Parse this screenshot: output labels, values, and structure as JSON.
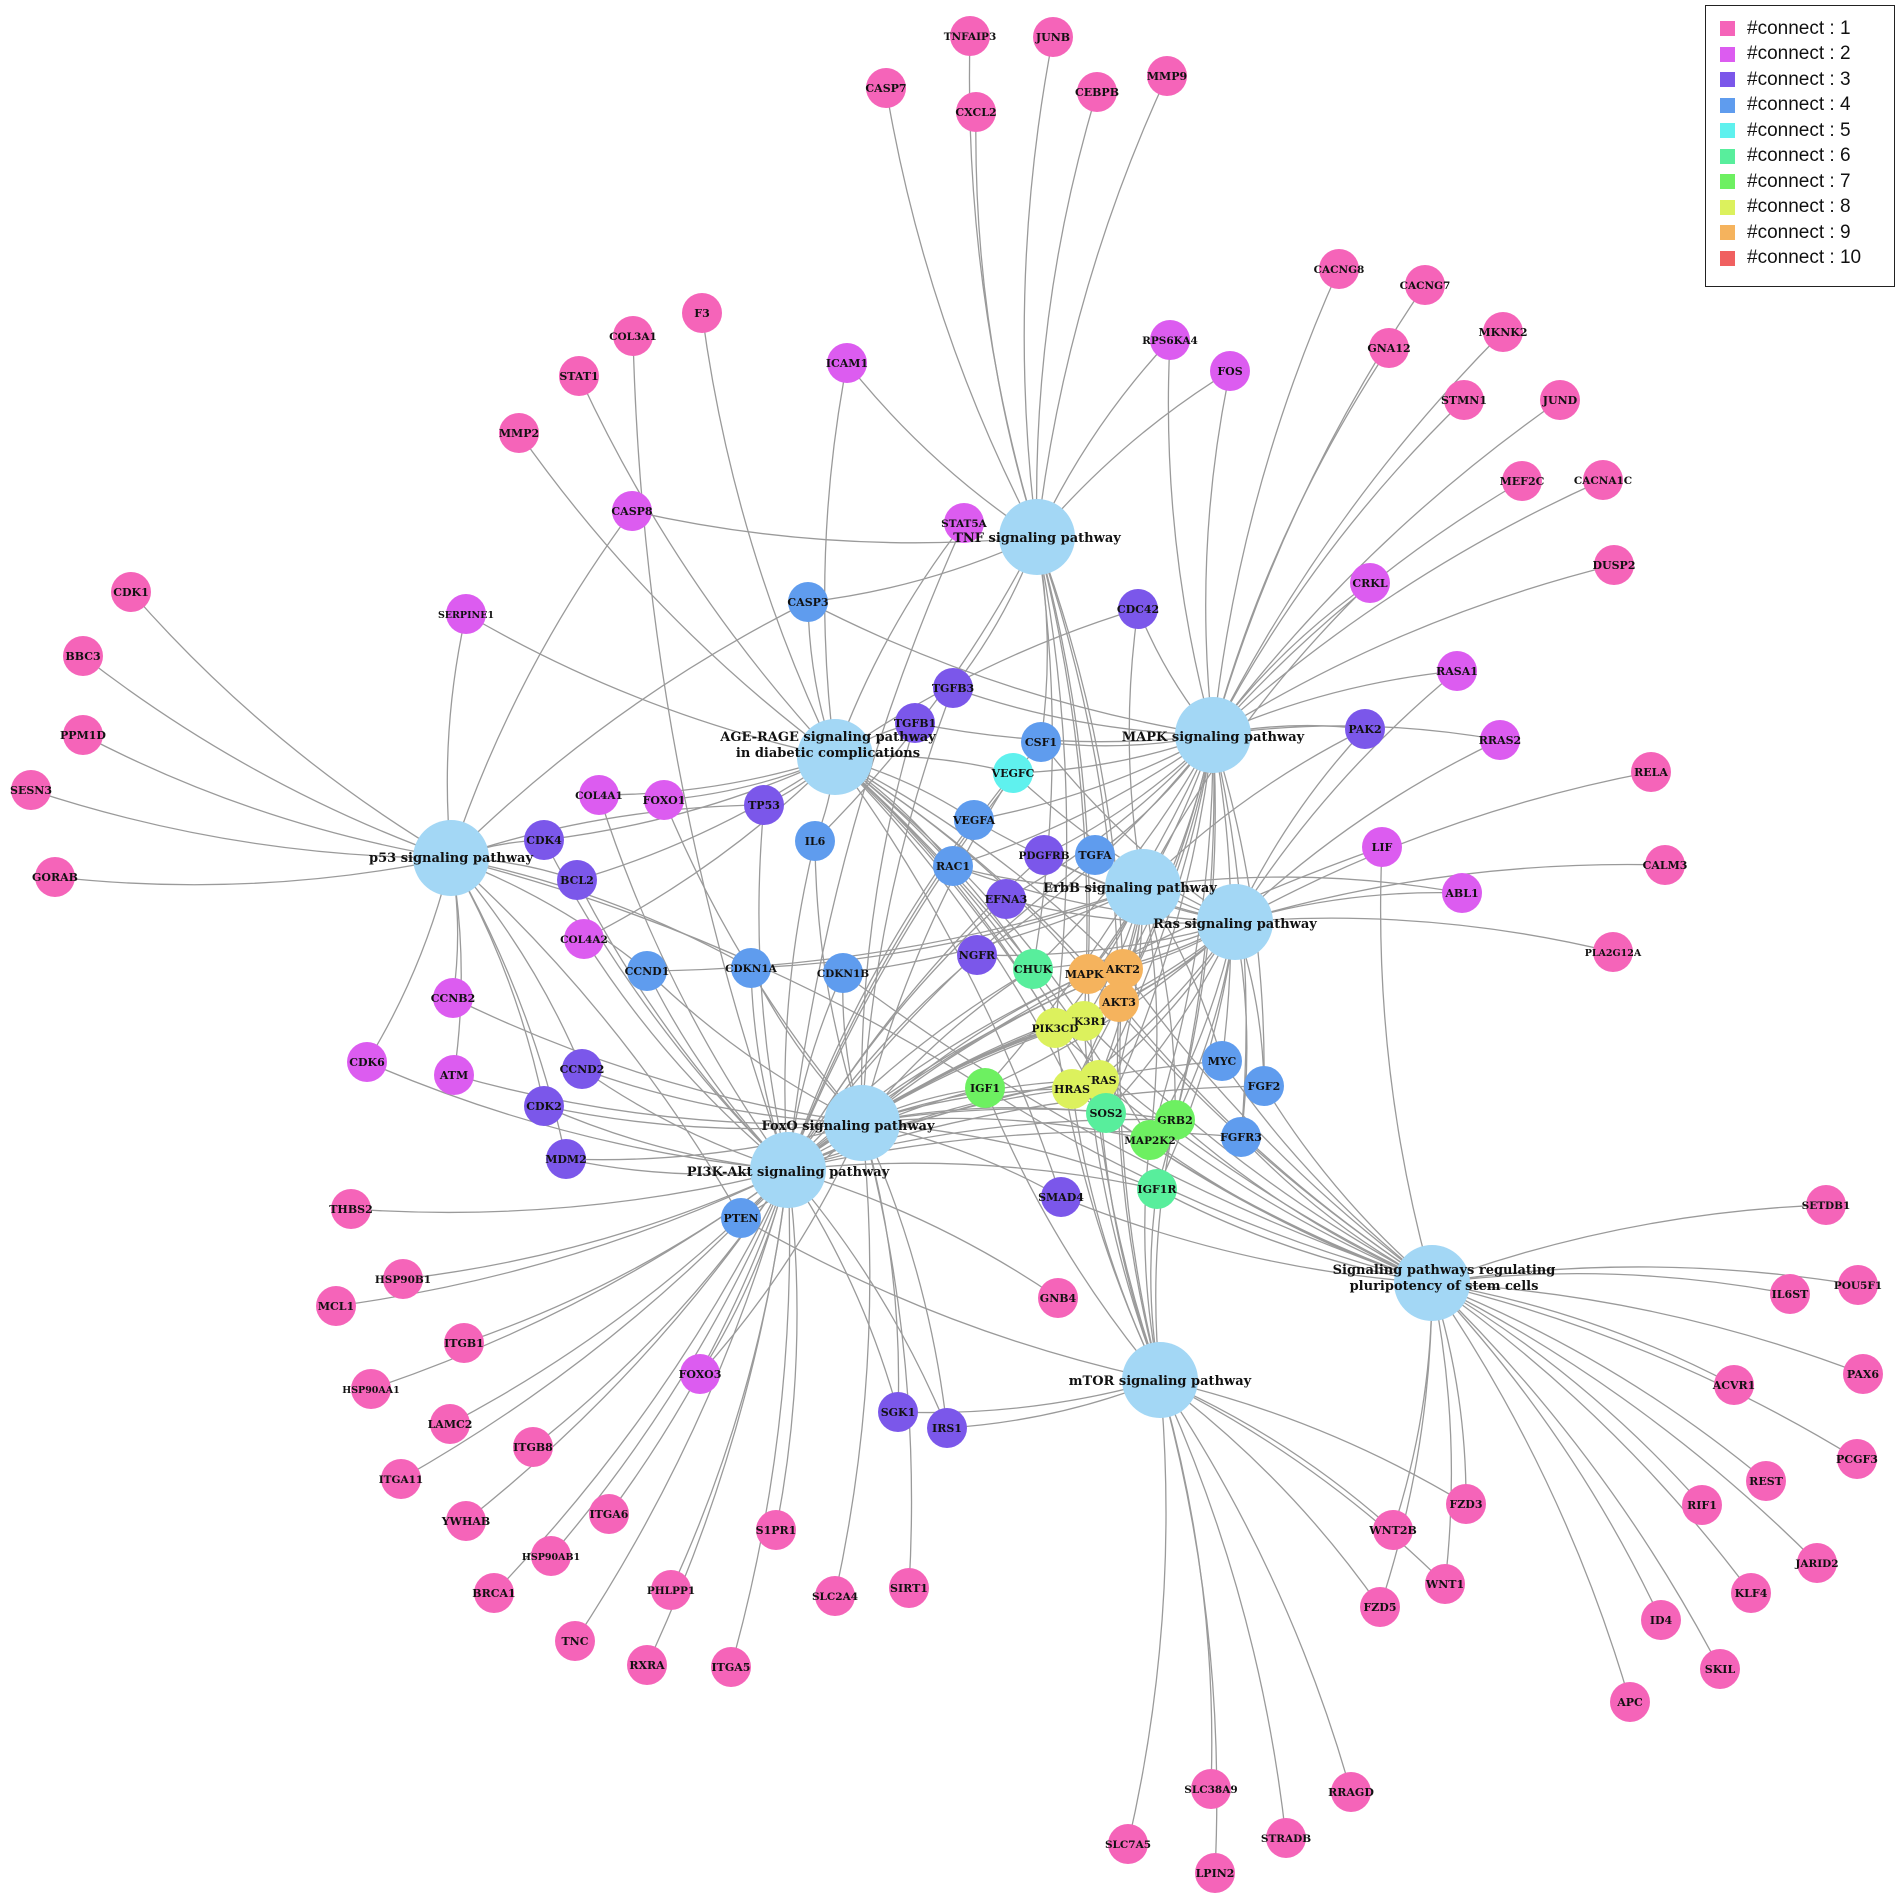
{
  "legend": [
    {
      "label": "#connect : 1",
      "color": "#f564b9"
    },
    {
      "label": "#connect : 2",
      "color": "#dc5cf0"
    },
    {
      "label": "#connect : 3",
      "color": "#7b57ea"
    },
    {
      "label": "#connect : 4",
      "color": "#5f9cee"
    },
    {
      "label": "#connect : 5",
      "color": "#5ff1ee"
    },
    {
      "label": "#connect : 6",
      "color": "#58ee9c"
    },
    {
      "label": "#connect : 7",
      "color": "#6df061"
    },
    {
      "label": "#connect : 8",
      "color": "#dcf15d"
    },
    {
      "label": "#connect : 9",
      "color": "#f5b35d"
    },
    {
      "label": "#connect : 10",
      "color": "#f06060"
    }
  ],
  "hub_color": "#a3d7f5",
  "hubs": [
    {
      "id": "TNF",
      "lines": [
        "TNF signaling pathway"
      ]
    },
    {
      "id": "MAPK",
      "lines": [
        "MAPK signaling pathway"
      ]
    },
    {
      "id": "AGE",
      "lines": [
        "AGE-RAGE signaling pathway",
        "in diabetic complications"
      ]
    },
    {
      "id": "P53",
      "lines": [
        "p53 signaling pathway"
      ]
    },
    {
      "id": "ERBB",
      "lines": [
        "ErbB signaling pathway"
      ]
    },
    {
      "id": "RAS",
      "lines": [
        "Ras signaling pathway"
      ]
    },
    {
      "id": "FOXO",
      "lines": [
        "FoxO signaling pathway"
      ]
    },
    {
      "id": "PI3K",
      "lines": [
        "PI3K-Akt signaling pathway"
      ]
    },
    {
      "id": "MTOR",
      "lines": [
        "mTOR signaling pathway"
      ]
    },
    {
      "id": "STEM",
      "lines": [
        "Signaling pathways regulating",
        "pluripotency of stem cells"
      ]
    }
  ],
  "genes": [
    {
      "name": "TNFAIP3",
      "connect": 1
    },
    {
      "name": "JUNB",
      "connect": 1
    },
    {
      "name": "CASP7",
      "connect": 1
    },
    {
      "name": "CXCL2",
      "connect": 1
    },
    {
      "name": "CEBPB",
      "connect": 1
    },
    {
      "name": "MMP9",
      "connect": 1
    },
    {
      "name": "COL3A1",
      "connect": 1
    },
    {
      "name": "F3",
      "connect": 1
    },
    {
      "name": "STAT1",
      "connect": 1
    },
    {
      "name": "MMP2",
      "connect": 1
    },
    {
      "name": "ICAM1",
      "connect": 2
    },
    {
      "name": "RPS6KA4",
      "connect": 2
    },
    {
      "name": "FOS",
      "connect": 2
    },
    {
      "name": "CASP8",
      "connect": 2
    },
    {
      "name": "STAT5A",
      "connect": 2
    },
    {
      "name": "CACNG8",
      "connect": 1
    },
    {
      "name": "CACNG7",
      "connect": 1
    },
    {
      "name": "GNA12",
      "connect": 1
    },
    {
      "name": "MKNK2",
      "connect": 1
    },
    {
      "name": "STMN1",
      "connect": 1
    },
    {
      "name": "JUND",
      "connect": 1
    },
    {
      "name": "MEF2C",
      "connect": 1
    },
    {
      "name": "CACNA1C",
      "connect": 1
    },
    {
      "name": "DUSP2",
      "connect": 1
    },
    {
      "name": "CRKL",
      "connect": 2
    },
    {
      "name": "RASA1",
      "connect": 2
    },
    {
      "name": "RRAS2",
      "connect": 2
    },
    {
      "name": "RELA",
      "connect": 1
    },
    {
      "name": "CALM3",
      "connect": 1
    },
    {
      "name": "PLA2G12A",
      "connect": 1
    },
    {
      "name": "LIF",
      "connect": 2
    },
    {
      "name": "ABL1",
      "connect": 2
    },
    {
      "name": "PAK2",
      "connect": 3
    },
    {
      "name": "CDK1",
      "connect": 1
    },
    {
      "name": "BBC3",
      "connect": 1
    },
    {
      "name": "PPM1D",
      "connect": 1
    },
    {
      "name": "SESN3",
      "connect": 1
    },
    {
      "name": "GORAB",
      "connect": 1
    },
    {
      "name": "SERPINE1",
      "connect": 2
    },
    {
      "name": "CASP3",
      "connect": 4
    },
    {
      "name": "CDC42",
      "connect": 3
    },
    {
      "name": "TGFB3",
      "connect": 3
    },
    {
      "name": "TGFB1",
      "connect": 3
    },
    {
      "name": "CSF1",
      "connect": 4
    },
    {
      "name": "VEGFC",
      "connect": 5
    },
    {
      "name": "COL4A1",
      "connect": 2
    },
    {
      "name": "FOXO1",
      "connect": 2
    },
    {
      "name": "TP53",
      "connect": 3
    },
    {
      "name": "IL6",
      "connect": 4
    },
    {
      "name": "VEGFA",
      "connect": 4
    },
    {
      "name": "CDK4",
      "connect": 3
    },
    {
      "name": "BCL2",
      "connect": 3
    },
    {
      "name": "RAC1",
      "connect": 4
    },
    {
      "name": "PDGFRB",
      "connect": 3
    },
    {
      "name": "TGFA",
      "connect": 4
    },
    {
      "name": "EFNA3",
      "connect": 3
    },
    {
      "name": "COL4A2",
      "connect": 2
    },
    {
      "name": "CCND1",
      "connect": 4
    },
    {
      "name": "CDKN1A",
      "connect": 4
    },
    {
      "name": "CDKN1B",
      "connect": 4
    },
    {
      "name": "NGFR",
      "connect": 3
    },
    {
      "name": "CHUK",
      "connect": 6
    },
    {
      "name": "MAPK1",
      "connect": 9
    },
    {
      "name": "AKT2",
      "connect": 9
    },
    {
      "name": "AKT3",
      "connect": 9
    },
    {
      "name": "PIK3R1",
      "connect": 8
    },
    {
      "name": "PIK3CD",
      "connect": 8
    },
    {
      "name": "CCNB2",
      "connect": 2
    },
    {
      "name": "CDK6",
      "connect": 2
    },
    {
      "name": "ATM",
      "connect": 2
    },
    {
      "name": "CCND2",
      "connect": 3
    },
    {
      "name": "CDK2",
      "connect": 3
    },
    {
      "name": "MDM2",
      "connect": 3
    },
    {
      "name": "IGF1",
      "connect": 7
    },
    {
      "name": "KRAS",
      "connect": 8
    },
    {
      "name": "HRAS",
      "connect": 8
    },
    {
      "name": "SOS2",
      "connect": 6
    },
    {
      "name": "GRB2",
      "connect": 7
    },
    {
      "name": "MAP2K2",
      "connect": 7
    },
    {
      "name": "IGF1R",
      "connect": 6
    },
    {
      "name": "MYC",
      "connect": 4
    },
    {
      "name": "FGF2",
      "connect": 4
    },
    {
      "name": "FGFR3",
      "connect": 4
    },
    {
      "name": "SMAD4",
      "connect": 3
    },
    {
      "name": "PTEN",
      "connect": 4
    },
    {
      "name": "THBS2",
      "connect": 1
    },
    {
      "name": "HSP90B1",
      "connect": 1
    },
    {
      "name": "MCL1",
      "connect": 1
    },
    {
      "name": "ITGB1",
      "connect": 1
    },
    {
      "name": "HSP90AA1",
      "connect": 1
    },
    {
      "name": "LAMC2",
      "connect": 1
    },
    {
      "name": "ITGA11",
      "connect": 1
    },
    {
      "name": "ITGB8",
      "connect": 1
    },
    {
      "name": "YWHAB",
      "connect": 1
    },
    {
      "name": "ITGA6",
      "connect": 1
    },
    {
      "name": "HSP90AB1",
      "connect": 1
    },
    {
      "name": "BRCA1",
      "connect": 1
    },
    {
      "name": "TNC",
      "connect": 1
    },
    {
      "name": "PHLPP1",
      "connect": 1
    },
    {
      "name": "RXRA",
      "connect": 1
    },
    {
      "name": "ITGA5",
      "connect": 1
    },
    {
      "name": "S1PR1",
      "connect": 1
    },
    {
      "name": "FOXO3",
      "connect": 2
    },
    {
      "name": "SLC2A4",
      "connect": 1
    },
    {
      "name": "SIRT1",
      "connect": 1
    },
    {
      "name": "SGK1",
      "connect": 3
    },
    {
      "name": "IRS1",
      "connect": 3
    },
    {
      "name": "GNB4",
      "connect": 1
    },
    {
      "name": "SETDB1",
      "connect": 1
    },
    {
      "name": "POU5F1",
      "connect": 1
    },
    {
      "name": "IL6ST",
      "connect": 1
    },
    {
      "name": "PAX6",
      "connect": 1
    },
    {
      "name": "ACVR1",
      "connect": 1
    },
    {
      "name": "PCGF3",
      "connect": 1
    },
    {
      "name": "REST",
      "connect": 1
    },
    {
      "name": "RIF1",
      "connect": 1
    },
    {
      "name": "JARID2",
      "connect": 1
    },
    {
      "name": "KLF4",
      "connect": 1
    },
    {
      "name": "ID4",
      "connect": 1
    },
    {
      "name": "SKIL",
      "connect": 1
    },
    {
      "name": "APC",
      "connect": 1
    },
    {
      "name": "FZD3",
      "connect": 1
    },
    {
      "name": "WNT2B",
      "connect": 1
    },
    {
      "name": "WNT1",
      "connect": 1
    },
    {
      "name": "FZD5",
      "connect": 1
    },
    {
      "name": "SLC38A9",
      "connect": 1
    },
    {
      "name": "RRAGD",
      "connect": 1
    },
    {
      "name": "STRADB",
      "connect": 1
    },
    {
      "name": "SLC7A5",
      "connect": 1
    },
    {
      "name": "LPIN2",
      "connect": 1
    }
  ]
}
